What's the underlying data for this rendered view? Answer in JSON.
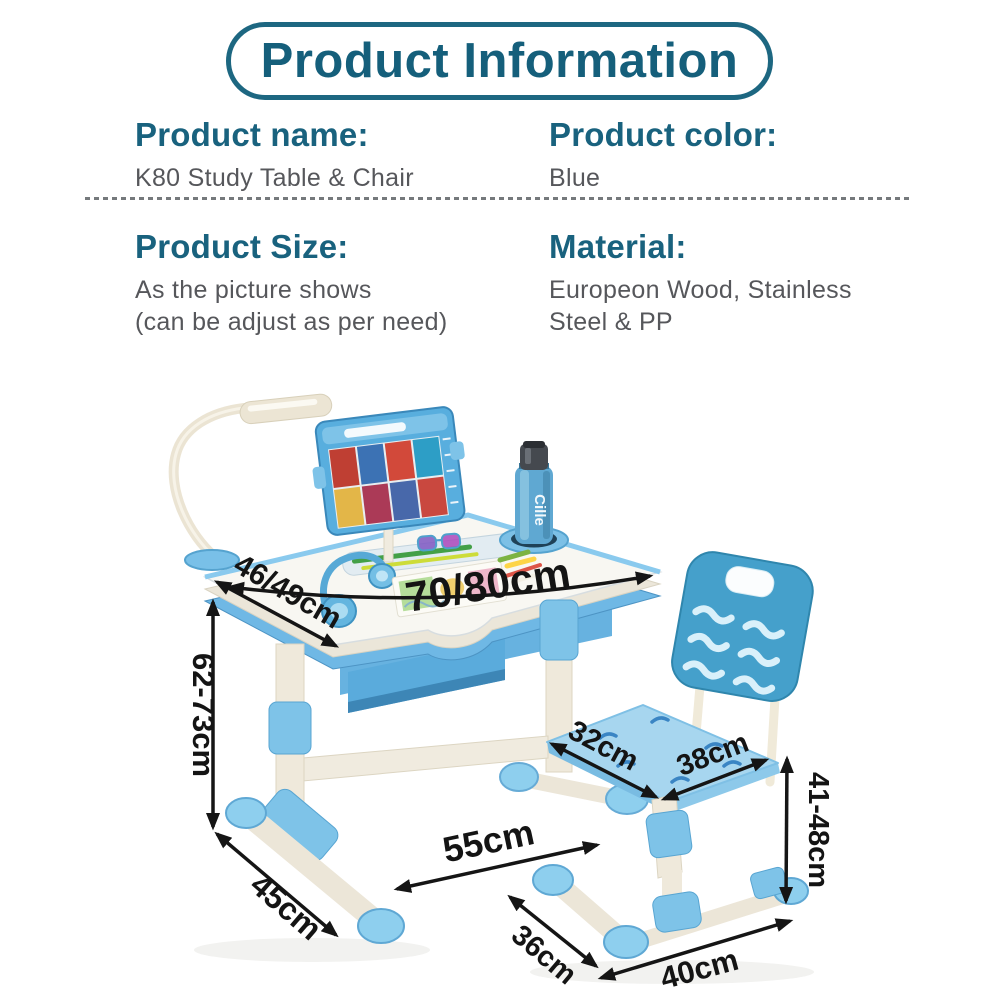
{
  "title": "Product Information",
  "info": {
    "name": {
      "label": "Product name:",
      "line1": "K80 Study Table & Chair",
      "line2": ""
    },
    "color": {
      "label": "Product color:",
      "line1": "Blue",
      "line2": ""
    },
    "size": {
      "label": "Product Size:",
      "line1": "As the picture shows",
      "line2": "(can be adjust as per need)"
    },
    "material": {
      "label": "Material:",
      "line1": "Europeon Wood, Stainless",
      "line2": "Steel & PP"
    }
  },
  "figure": {
    "bottle_brand": "Cille",
    "dimensions": {
      "desk_depth": "46/49cm",
      "desk_width": "70/80cm",
      "desk_height": "62-73cm",
      "desk_base_depth": "45cm",
      "desk_to_chair": "55cm",
      "seat_depth": "32cm",
      "seat_width": "38cm",
      "chair_height": "41-48cm",
      "chair_base_depth": "36cm",
      "chair_base_width": "40cm"
    }
  },
  "colors": {
    "accent_teal": "#19627e",
    "product_blue": "#58aede",
    "text_gray": "#56575b",
    "dimension_black": "#151515"
  }
}
